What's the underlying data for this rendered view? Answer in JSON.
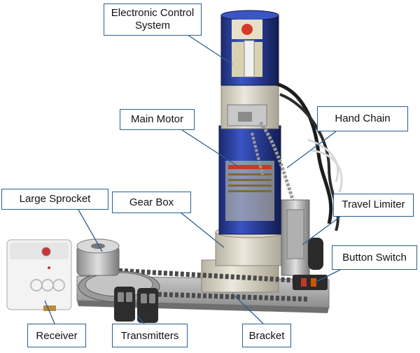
{
  "labels": {
    "electronic_control_system": "Electronic Control System",
    "main_motor": "Main Motor",
    "hand_chain": "Hand Chain",
    "large_sprocket": "Large Sprocket",
    "gear_box": "Gear Box",
    "travel_limiter": "Travel Limiter",
    "button_switch": "Button Switch",
    "receiver": "Receiver",
    "transmitters": "Transmitters",
    "bracket": "Bracket"
  },
  "colors": {
    "motor_blue": "#2a3f9a",
    "housing_beige": "#d9d4c4",
    "callout_border": "#2b5f8f",
    "chain_grey": "#6e6e6e"
  }
}
